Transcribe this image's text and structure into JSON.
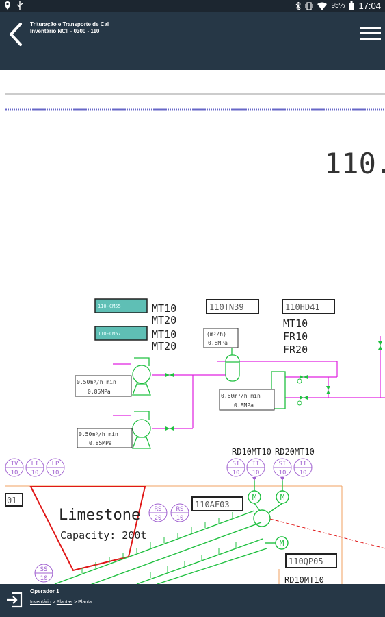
{
  "status_bar": {
    "battery": "95%",
    "time": "17:04"
  },
  "header": {
    "title_line1": "Trituração e Transporte de Cal",
    "title_line2": "Inventário NCII - 0300 - 110"
  },
  "drawing": {
    "area_code": "110",
    "tags": {
      "cm55": "110-CM55",
      "cm57": "110-CM57",
      "tn39": "110TN39",
      "hd41": "110HD41",
      "af03": "110AF03",
      "qp05": "110QP05",
      "left_box": "01"
    },
    "labels": {
      "mt10_a": "MT10",
      "mt20_a": "MT20",
      "mt10_b": "MT10",
      "mt20_b": "MT20",
      "hd_mt10": "MT10",
      "fr10": "FR10",
      "fr20": "FR20",
      "rd10mt10": "RD10MT10",
      "rd20mt10": "RD20MT10",
      "rd10mt10_b": "RD10MT10"
    },
    "flow_notes": {
      "pump1_flow": "0.50m³/h min",
      "pump1_pressure": "0.85MPa",
      "pump2_flow": "0.50m³/h min",
      "pump2_pressure": "0.85MPa",
      "tank_flow": "(m³/h)",
      "tank_pressure": "0.8MPa",
      "filter_flow": "0.60m³/h min",
      "filter_pressure": "0.8MPa"
    },
    "instruments": [
      {
        "top": "TV",
        "bottom": "10"
      },
      {
        "top": "LI",
        "bottom": "10"
      },
      {
        "top": "LP",
        "bottom": "10"
      },
      {
        "top": "SI",
        "bottom": "10"
      },
      {
        "top": "II",
        "bottom": "10"
      },
      {
        "top": "SI",
        "bottom": "10"
      },
      {
        "top": "II",
        "bottom": "10"
      },
      {
        "top": "RS",
        "bottom": "20"
      },
      {
        "top": "RS",
        "bottom": "10"
      },
      {
        "top": "SS",
        "bottom": "10"
      }
    ],
    "silo": {
      "name": "Limestone",
      "capacity": "Capacity: 200t"
    },
    "motor_label": "M"
  },
  "footer": {
    "operator": "Operador 1",
    "breadcrumb": [
      "Inventário",
      "Plantas",
      "Planta"
    ],
    "separator": ">"
  }
}
